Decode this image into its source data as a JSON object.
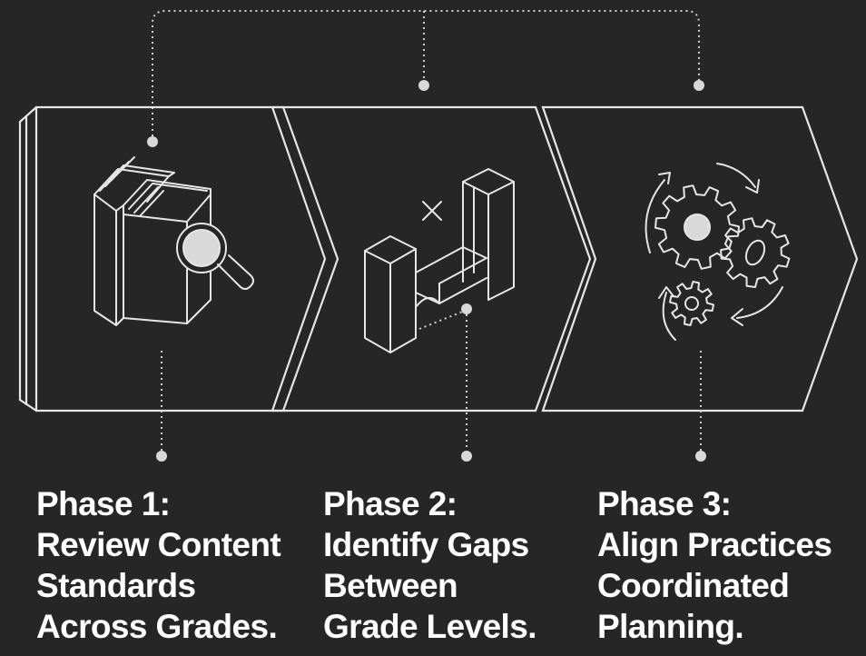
{
  "phases": [
    {
      "lines": [
        "Phase 1:",
        "Review Content",
        "Standards",
        "Across Grades."
      ],
      "icon": "books-magnifier-icon"
    },
    {
      "lines": [
        "Phase 2:",
        "Identify Gaps",
        "Between",
        "Grade Levels."
      ],
      "icon": "gap-blocks-icon"
    },
    {
      "lines": [
        "Phase 3:",
        "Align Practices",
        "Coordinated",
        "Planning."
      ],
      "icon": "gears-cycle-icon"
    }
  ],
  "colors": {
    "background": "#262626",
    "line": "#e6e6e6",
    "dot": "#d9d9d9",
    "text": "#ffffff"
  }
}
